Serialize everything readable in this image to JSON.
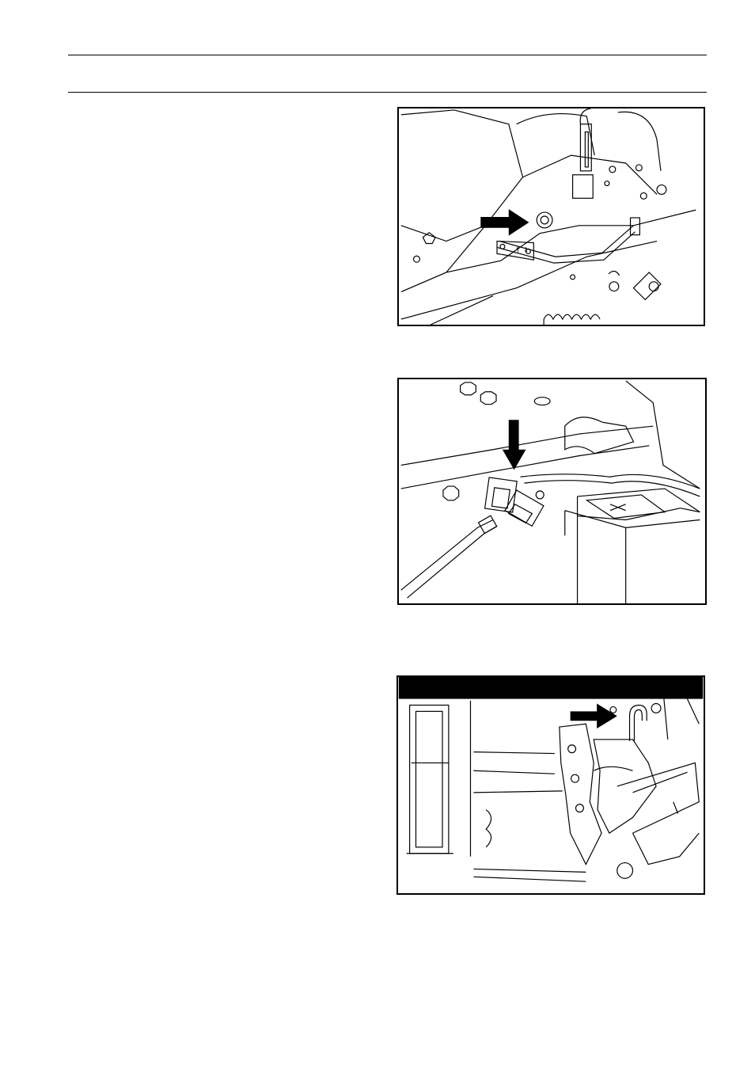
{
  "figures": [
    {
      "icon": "shift-lever-bolt-illustration",
      "stamp": "↑ ↓"
    },
    {
      "icon": "wire-harness-connector-illustration"
    },
    {
      "icon": "transmission-release-rod-illustration"
    }
  ]
}
